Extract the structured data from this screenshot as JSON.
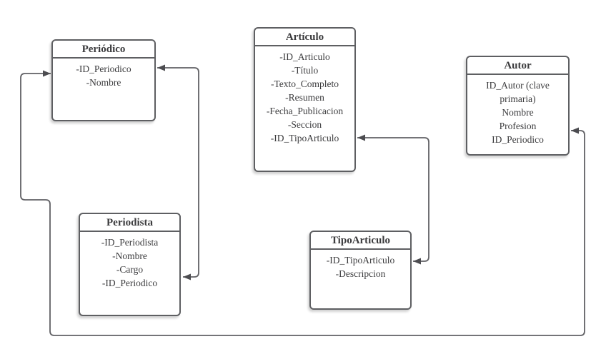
{
  "diagram": {
    "entities": [
      {
        "name": "Periódico",
        "fields": [
          "-ID_Periodico",
          "-Nombre"
        ]
      },
      {
        "name": "Artículo",
        "fields": [
          "-ID_Articulo",
          "-Título",
          "-Texto_Completo",
          "-Resumen",
          "-Fecha_Publicacion",
          "-Seccion",
          "-ID_TipoArticulo"
        ]
      },
      {
        "name": "Autor",
        "fields": [
          "ID_Autor (clave primaria)",
          "Nombre",
          "Profesion",
          "ID_Periodico"
        ]
      },
      {
        "name": "Periodista",
        "fields": [
          "-ID_Periodista",
          "-Nombre",
          "-Cargo",
          "-ID_Periodico"
        ]
      },
      {
        "name": "TipoArticulo",
        "fields": [
          "-ID_TipoArticulo",
          "-Descripcion"
        ]
      }
    ],
    "connections": [
      {
        "between": [
          "Periódico",
          "Periodista"
        ],
        "via_fields": [
          "-ID_Periodico",
          "-ID_Periodico"
        ],
        "arrows": "both-ends"
      },
      {
        "between": [
          "Artículo",
          "TipoArticulo"
        ],
        "via_fields": [
          "-ID_TipoArticulo",
          "-ID_TipoArticulo"
        ],
        "arrows": "both-ends"
      },
      {
        "between": [
          "Autor",
          "Periódico"
        ],
        "via_fields": [
          "ID_Periodico",
          "-ID_Periodico"
        ],
        "arrows": "both-ends"
      }
    ],
    "colors": {
      "background": "#ffffff",
      "box_border": "#5e5f62",
      "text": "#3b3b3d",
      "connector": "#616165",
      "arrowhead": "#4c4c50"
    }
  }
}
